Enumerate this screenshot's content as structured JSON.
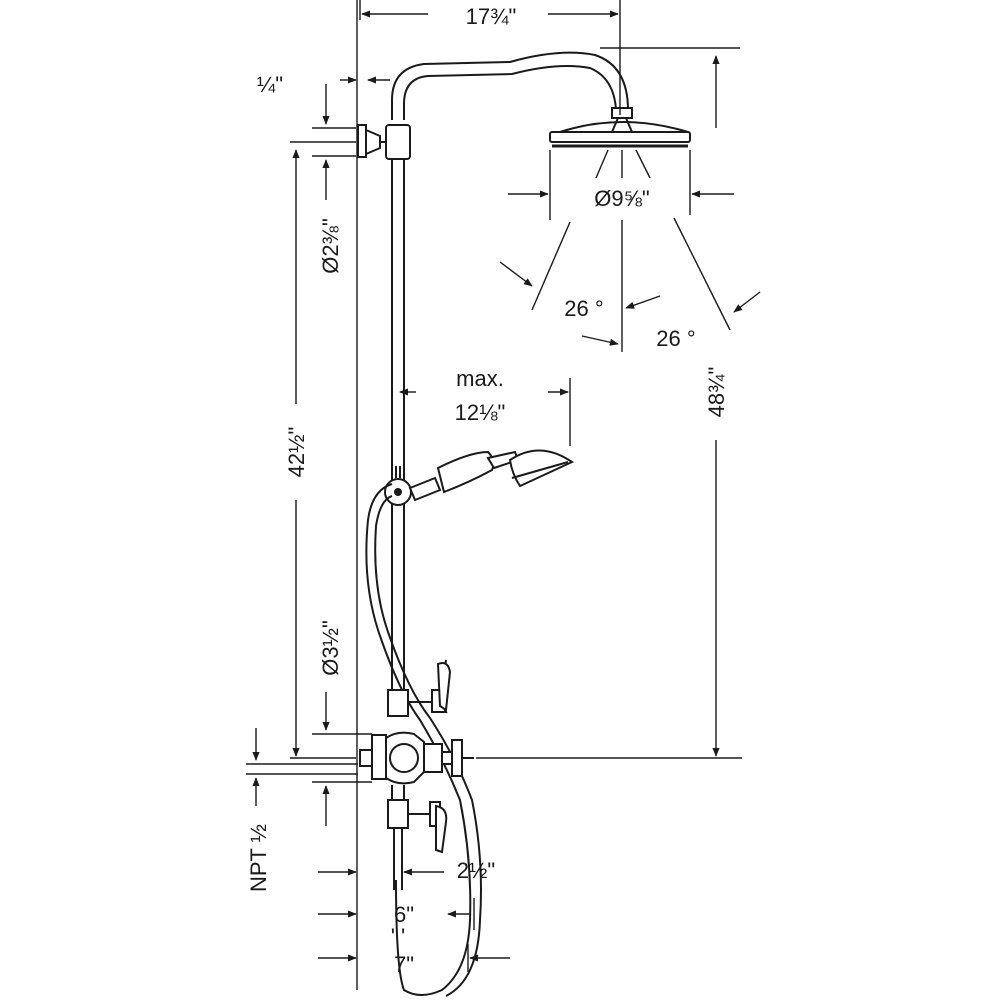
{
  "dimensions": {
    "width_top": "17¾\"",
    "wall_offset": "¼\"",
    "flange_diameter": "Ø2⅜\"",
    "head_diameter": "Ø9⅝\"",
    "spray_angle_left": "26 °",
    "spray_angle_right": "26 °",
    "total_height": "48¾\"",
    "handshower_max_label": "max.",
    "handshower_reach": "12⅛\"",
    "riser_height": "42½\"",
    "valve_diameter": "Ø3½\"",
    "npt": "NPT ½",
    "inlet_spacing": "2½\"",
    "hose_offset_6": "6\"",
    "hose_offset_7": "7\"",
    "tick_marks": "' '"
  }
}
